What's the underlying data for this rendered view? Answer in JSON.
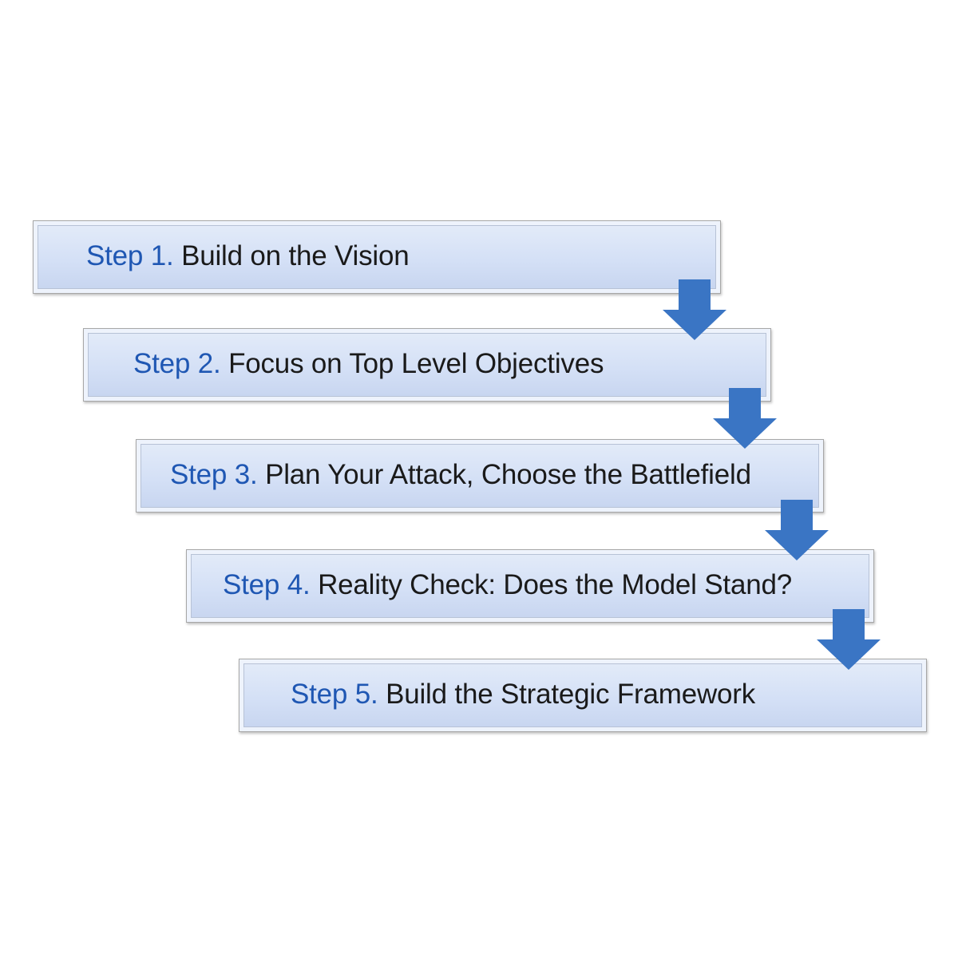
{
  "steps": [
    {
      "label": "Step 1",
      "description": "Build on the Vision"
    },
    {
      "label": "Step 2",
      "description": "Focus on Top Level Objectives"
    },
    {
      "label": "Step 3",
      "description": "Plan Your Attack, Choose the Battlefield"
    },
    {
      "label": "Step 4",
      "description": "Reality Check: Does the Model Stand?"
    },
    {
      "label": "Step 5",
      "description": "Build the Strategic Framework"
    }
  ],
  "colors": {
    "label": "#1f57b3",
    "text": "#1a1a1a",
    "arrow": "#3a75c4",
    "box_fill": "#d4e0f6",
    "box_border": "#a7a7a7"
  },
  "icons": {
    "connector": "down-arrow-icon"
  }
}
